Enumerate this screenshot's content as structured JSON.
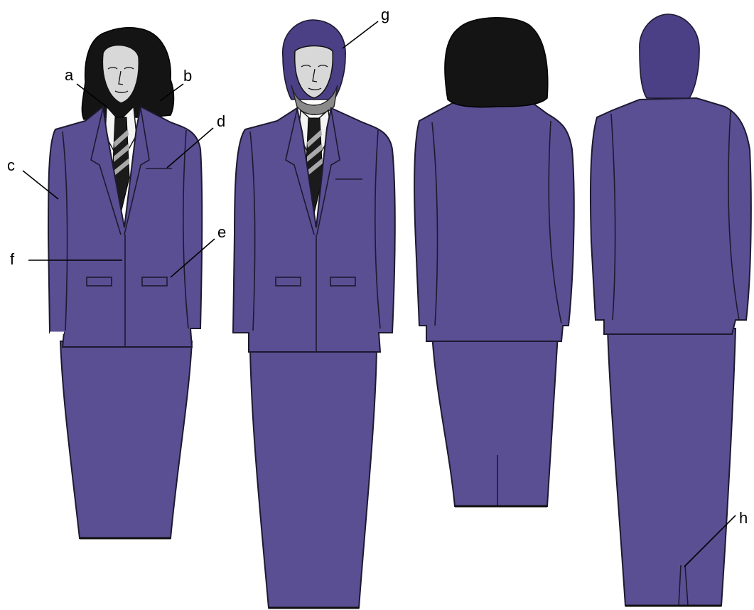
{
  "labels": {
    "a": "a",
    "b": "b",
    "c": "c",
    "d": "d",
    "e": "e",
    "f": "f",
    "g": "g",
    "h": "h"
  },
  "colors": {
    "suit": "#5a4f93",
    "outline": "#1c1a30",
    "hair": "#141414",
    "shirt": "#f4f4f4",
    "skin": "#d8d8d8",
    "underscarf": "#8a8a8a"
  },
  "figures": [
    "front-with-hair",
    "front-with-hijab",
    "back-with-hair",
    "back-with-hijab"
  ]
}
